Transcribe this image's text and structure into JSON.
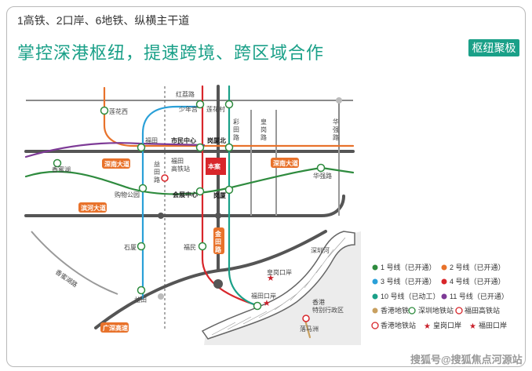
{
  "header": {
    "subtitle": "1高铁、2口岸、6地铁、纵横主干道",
    "title": "掌控深港枢纽，提速跨境、跨区域合作",
    "badge": "枢纽聚极"
  },
  "roads": {
    "hongli": "红荔路",
    "shennan": "深南大道",
    "shennan_right": "深南大道",
    "binhe": "滨河大道",
    "guangshen": "广深高速",
    "yitian": "益田路",
    "jintian": "金田路",
    "caitian": "彩田路",
    "huanggang": "皇岗路",
    "huaqiang": "华强路",
    "shenzhen_river": "深圳河",
    "xiangmi_lake_road": "香蜜湖路"
  },
  "places": {
    "project": "本案",
    "hk_sar": "香港特别行政区",
    "futian_hsr": "福田高铁站",
    "huanggang_port": "皇岗口岸",
    "futian_port": "福田口岸",
    "lok_ma_chau": "落马洲"
  },
  "stations": {
    "lianhuaxi": "莲花西",
    "shaonian": "少年宫",
    "lianhuacun": "莲花村",
    "futian": "福田",
    "shiminzhongxin": "市民中心",
    "gangxiabei": "岗厦北",
    "xiangmihu": "香蜜湖",
    "huaqianglu": "华强路",
    "gouwugongyuan": "购物公园",
    "huizhanzhongxin": "会展中心",
    "gangxia": "岗厦",
    "shixia": "石厦",
    "futiancun": "福民",
    "yitian": "益田",
    "futiankouan": "福田口岸"
  },
  "legend": [
    {
      "label": "1 号线（已开通）",
      "color": "#2e8b3e"
    },
    {
      "label": "2 号线（已开通）",
      "color": "#e8722b"
    },
    {
      "label": "3 号线（已开通）",
      "color": "#2aa0d8"
    },
    {
      "label": "4 号线（已开通）",
      "color": "#d8262b"
    },
    {
      "label": "10 号线（已动工）",
      "color": "#1aa088"
    },
    {
      "label": "11 号线（已开通）",
      "color": "#7d3a96"
    },
    {
      "label": "香港地铁",
      "color": "#c8a060"
    },
    {
      "label": "深圳地铁站",
      "color": "#2e8b3e"
    },
    {
      "label": "福田高铁站",
      "color": "#d8262b"
    },
    {
      "label": "香港地铁站",
      "color": "#d8262b"
    },
    {
      "label": "皇岗口岸",
      "color": "#c8202a"
    },
    {
      "label": "福田口岸",
      "color": "#c8202a"
    }
  ],
  "colors": {
    "accent": "#1aa088",
    "line1": "#2e8b3e",
    "line2": "#e8722b",
    "line3": "#2aa0d8",
    "line4": "#d8262b",
    "line10": "#1aa088",
    "line11": "#7d3a96",
    "road": "#555555",
    "project": "#d8262b"
  },
  "watermark": "搜狐号@搜狐焦点河源站"
}
